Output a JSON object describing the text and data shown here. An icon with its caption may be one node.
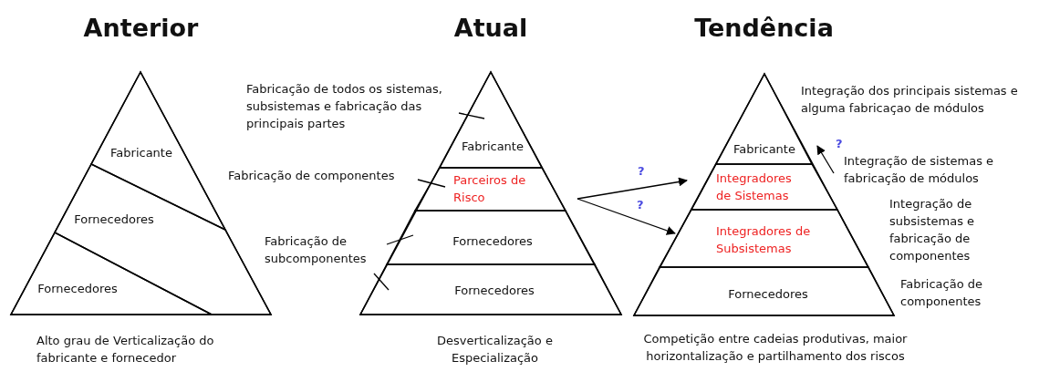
{
  "diagram": {
    "nodes": [
      {
        "text": [
          "Anterior"
        ],
        "beside": [
          "Alto grau de Verticalização do fabricante e fornecedor"
        ]
      },
      {
        "text": [
          "Fabricante"
        ],
        "in": 0
      },
      {
        "text": [
          "Fornecedores"
        ],
        "in": 0
      },
      {
        "text": [
          "Fornecedores"
        ],
        "in": 0
      },
      {
        "text": [
          "Atual"
        ],
        "beside": [
          "Desverticalização e Especialização"
        ]
      },
      {
        "text": [
          "Fabricante"
        ],
        "in": 4
      },
      {
        "text": [
          "Parceiros de Risco"
        ],
        "in": 4
      },
      {
        "text": [
          "Fornecedores"
        ],
        "in": 4
      },
      {
        "text": [
          "Fornecedores"
        ],
        "in": 4
      },
      {
        "text": [
          "Tendência"
        ],
        "beside": [
          "Competição entre cadeias produtivas, maior horizontalização e partilhamento dos riscos"
        ]
      },
      {
        "text": [
          "Fabricante"
        ],
        "in": 9
      },
      {
        "text": [
          "Integradores de Sistemas"
        ],
        "in": 9
      },
      {
        "text": [
          "Integradores de Subsistemas"
        ],
        "in": 9
      },
      {
        "text": [
          "Fornecedores"
        ],
        "in": 9
      },
      {
        "text": [
          "Fabricação de todos os sistemas, subsistemas e fabricação das principais partes"
        ]
      },
      {
        "text": [
          "Fabricação de componentes"
        ]
      },
      {
        "text": [
          "Fabricação de subcomponentes"
        ]
      },
      {
        "text": [
          "Integração de sistemas e fabricação de módulos"
        ]
      }
    ],
    "edges": [
      {
        "from": 14,
        "to": 5,
        "arrow": "none"
      },
      {
        "from": 15,
        "to": 6,
        "arrow": "none"
      },
      {
        "from": 16,
        "to": 7,
        "arrow": "none"
      },
      {
        "from": 16,
        "to": 8,
        "arrow": "none"
      },
      {
        "from": 6,
        "to": 11,
        "arrow": "to",
        "label": "?"
      },
      {
        "from": 6,
        "to": 12,
        "arrow": "to",
        "label": "?"
      },
      {
        "from": 17,
        "to": 10,
        "arrow": "to",
        "label": "?"
      }
    ],
    "labels": [
      "Integração dos principais sistemas e alguma fabricaçao de módulos",
      "Integração de subsistemas e fabricação de componentes",
      "Fabricação de componentes"
    ]
  }
}
